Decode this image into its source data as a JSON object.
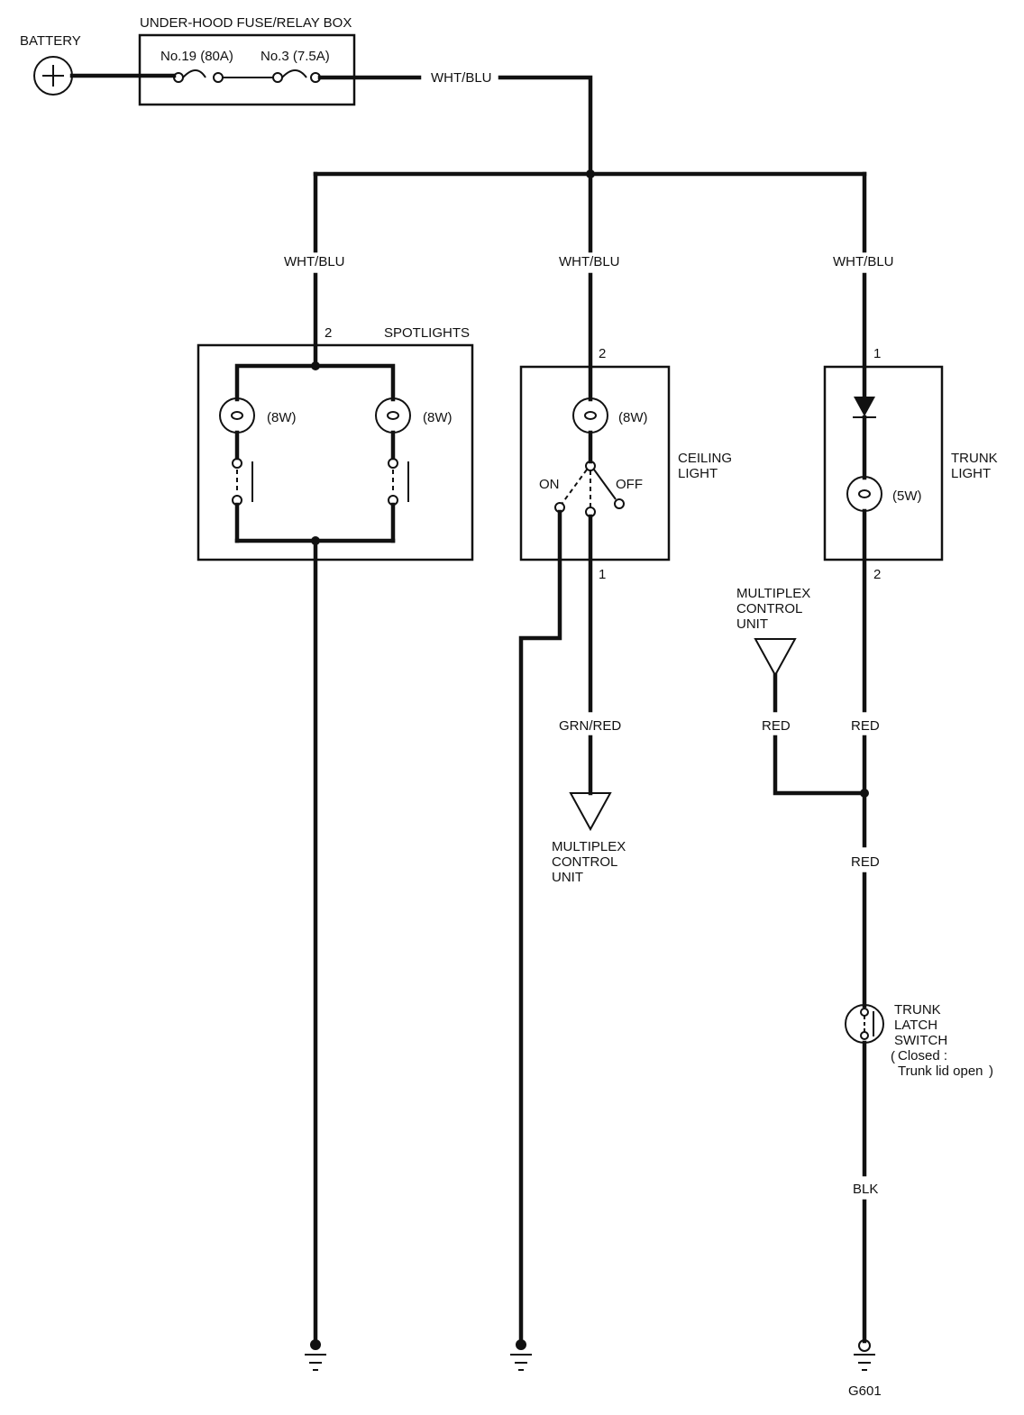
{
  "battery": {
    "label": "BATTERY"
  },
  "fuse_box": {
    "title": "UNDER-HOOD FUSE/RELAY BOX",
    "fuses": [
      "No.19 (80A)",
      "No.3 (7.5A)"
    ]
  },
  "wires": {
    "main": "WHT/BLU",
    "spot_branch": "WHT/BLU",
    "ceiling_branch": "WHT/BLU",
    "trunk_branch": "WHT/BLU",
    "ceiling_out": "GRN/RED",
    "mcu_red": "RED",
    "trunk_red_upper": "RED",
    "trunk_red_lower": "RED",
    "trunk_ground": "BLK"
  },
  "spotlights": {
    "title": "SPOTLIGHTS",
    "pin": "2",
    "bulb_left": "(8W)",
    "bulb_right": "(8W)"
  },
  "ceiling_light": {
    "title_line1": "CEILING",
    "title_line2": "LIGHT",
    "pin_top": "2",
    "pin_bottom": "1",
    "bulb": "(8W)",
    "on_label": "ON",
    "off_label": "OFF"
  },
  "trunk_light": {
    "title_line1": "TRUNK",
    "title_line2": "LIGHT",
    "pin_top": "1",
    "pin_bottom": "2",
    "bulb": "(5W)"
  },
  "mcu_lower": {
    "line1": "MULTIPLEX",
    "line2": "CONTROL",
    "line3": "UNIT"
  },
  "mcu_upper": {
    "line1": "MULTIPLEX",
    "line2": "CONTROL",
    "line3": "UNIT"
  },
  "trunk_latch": {
    "line1": "TRUNK",
    "line2": "LATCH",
    "line3": "SWITCH",
    "note1": "Closed :",
    "note2": "Trunk lid open"
  },
  "ground": {
    "label": "G601"
  }
}
